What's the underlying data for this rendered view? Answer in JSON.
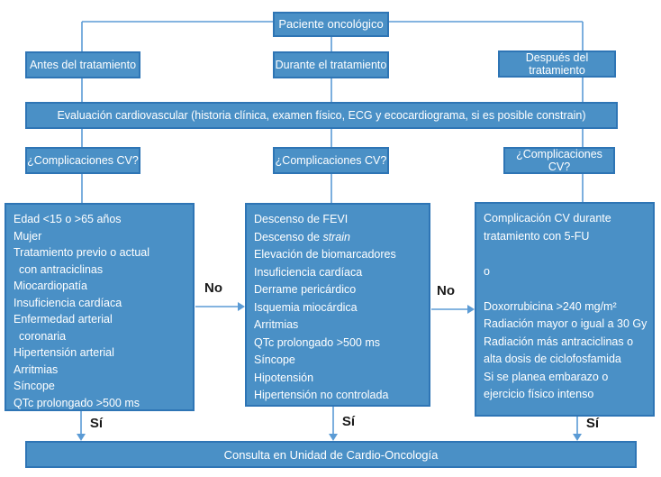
{
  "colors": {
    "box_fill": "#4a90c6",
    "box_border": "#2e75b5",
    "connector": "#5b9bd5",
    "box_text": "#ffffff",
    "edge_label_text": "#1a1a1a",
    "background": "#ffffff"
  },
  "nodes": {
    "root": {
      "label": "Paciente oncológico"
    },
    "before": {
      "label": "Antes del tratamiento"
    },
    "during": {
      "label": "Durante el tratamiento"
    },
    "after": {
      "label": "Después del tratamiento"
    },
    "evaluation": {
      "segments": [
        {
          "text": "Evaluación cardiovascular (historia clínica, examen físico, ECG y ecocardiograma, si es posible con "
        },
        {
          "text": "strain",
          "italic": true
        },
        {
          "text": ")"
        }
      ]
    },
    "complications_before": {
      "label": "¿Complicaciones CV?"
    },
    "complications_during": {
      "label": "¿Complicaciones CV?"
    },
    "complications_after": {
      "label": "¿Complicaciones CV?"
    },
    "risk_before": {
      "lines": [
        {
          "segments": [
            {
              "text": "Edad <15 o >65 años"
            }
          ]
        },
        {
          "segments": [
            {
              "text": "Mujer"
            }
          ]
        },
        {
          "segments": [
            {
              "text": "Tratamiento previo o actual"
            }
          ]
        },
        {
          "segments": [
            {
              "text": "con antraciclinas"
            }
          ],
          "indent": true
        },
        {
          "segments": [
            {
              "text": "Miocardiopatía"
            }
          ]
        },
        {
          "segments": [
            {
              "text": "Insuficiencia cardíaca"
            }
          ]
        },
        {
          "segments": [
            {
              "text": "Enfermedad arterial"
            }
          ]
        },
        {
          "segments": [
            {
              "text": "coronaria"
            }
          ],
          "indent": true
        },
        {
          "segments": [
            {
              "text": "Hipertensión arterial"
            }
          ]
        },
        {
          "segments": [
            {
              "text": "Arritmias"
            }
          ]
        },
        {
          "segments": [
            {
              "text": "Síncope"
            }
          ]
        },
        {
          "segments": [
            {
              "text": "QTc prolongado >500 ms"
            }
          ]
        }
      ]
    },
    "risk_during": {
      "lines": [
        {
          "segments": [
            {
              "text": "Descenso de FEVI"
            }
          ]
        },
        {
          "segments": [
            {
              "text": "Descenso de "
            },
            {
              "text": "strain",
              "italic": true
            }
          ]
        },
        {
          "segments": [
            {
              "text": "Elevación de biomarcadores"
            }
          ]
        },
        {
          "segments": [
            {
              "text": "Insuficiencia cardíaca"
            }
          ]
        },
        {
          "segments": [
            {
              "text": "Derrame pericárdico"
            }
          ]
        },
        {
          "segments": [
            {
              "text": "Isquemia miocárdica"
            }
          ]
        },
        {
          "segments": [
            {
              "text": "Arritmias"
            }
          ]
        },
        {
          "segments": [
            {
              "text": "QTc prolongado >500 ms"
            }
          ]
        },
        {
          "segments": [
            {
              "text": "Síncope"
            }
          ]
        },
        {
          "segments": [
            {
              "text": "Hipotensión"
            }
          ]
        },
        {
          "segments": [
            {
              "text": "Hipertensión no controlada"
            }
          ]
        }
      ]
    },
    "risk_after": {
      "lines": [
        {
          "segments": [
            {
              "text": "Complicación CV durante"
            }
          ]
        },
        {
          "segments": [
            {
              "text": "tratamiento con 5-FU"
            }
          ]
        },
        {
          "segments": []
        },
        {
          "segments": [
            {
              "text": "o"
            }
          ]
        },
        {
          "segments": []
        },
        {
          "segments": [
            {
              "text": "Doxorrubicina >240 mg/m²"
            }
          ]
        },
        {
          "segments": [
            {
              "text": "Radiación mayor o igual a 30 Gy"
            }
          ]
        },
        {
          "segments": [
            {
              "text": "Radiación más antraciclinas o"
            }
          ]
        },
        {
          "segments": [
            {
              "text": "alta dosis de ciclofosfamida"
            }
          ]
        },
        {
          "segments": [
            {
              "text": "Si se planea embarazo o"
            }
          ]
        },
        {
          "segments": [
            {
              "text": "ejercicio físico intenso"
            }
          ]
        }
      ]
    },
    "consult": {
      "label": "Consulta en Unidad de Cardio-Oncología"
    }
  },
  "edge_labels": {
    "no_1": "No",
    "no_2": "No",
    "yes_1": "Sí",
    "yes_2": "Sí",
    "yes_3": "Sí"
  }
}
